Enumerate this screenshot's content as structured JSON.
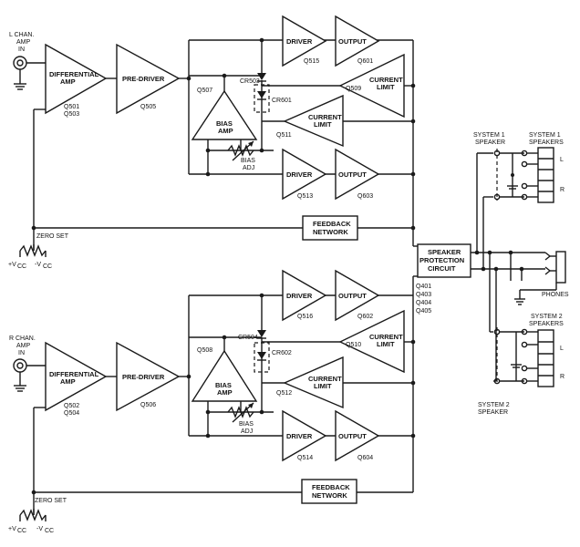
{
  "left": {
    "input": [
      "L CHAN.",
      "AMP",
      "IN"
    ],
    "diff_amp": [
      "DIFFERENTIAL",
      "AMP"
    ],
    "diff_q": [
      "Q501",
      "Q503"
    ],
    "pre_driver": "PRE-DRIVER",
    "pre_q": "Q505",
    "bias_q": "Q507",
    "bias_amp": [
      "BIAS",
      "AMP"
    ],
    "bias_adj": [
      "BIAS",
      "ADJ"
    ],
    "cr_a": "CR503",
    "cr_b": "CR601",
    "cur_lim_low": [
      "CURRENT",
      "LIMIT"
    ],
    "cur_lim_low_q": "Q511",
    "cur_lim_high": [
      "CURRENT",
      "LIMIT"
    ],
    "cur_lim_high_q": "Q509",
    "driver_top": "DRIVER",
    "driver_top_q": "Q515",
    "output_top": "OUTPUT",
    "output_top_q": "Q601",
    "driver_bot": "DRIVER",
    "driver_bot_q": "Q513",
    "output_bot": "OUTPUT",
    "output_bot_q": "Q603",
    "feedback": [
      "FEEDBACK",
      "NETWORK"
    ],
    "zero_set": "ZERO SET",
    "vcc_plus": "+V",
    "vcc_minus": "-V",
    "vcc_sub": "CC"
  },
  "right": {
    "input": [
      "R CHAN.",
      "AMP",
      "IN"
    ],
    "diff_amp": [
      "DIFFERENTIAL",
      "AMP"
    ],
    "diff_q": [
      "Q502",
      "Q504"
    ],
    "pre_driver": "PRE-DRIVER",
    "pre_q": "Q506",
    "bias_q": "Q508",
    "bias_amp": [
      "BIAS",
      "AMP"
    ],
    "bias_adj": [
      "BIAS",
      "ADJ"
    ],
    "cr_a": "CR504",
    "cr_b": "CR602",
    "cur_lim_low": [
      "CURRENT",
      "LIMIT"
    ],
    "cur_lim_low_q": "Q512",
    "cur_lim_high": [
      "CURRENT",
      "LIMIT"
    ],
    "cur_lim_high_q": "Q510",
    "driver_top": "DRIVER",
    "driver_top_q": "Q516",
    "output_top": "OUTPUT",
    "output_top_q": "Q602",
    "driver_bot": "DRIVER",
    "driver_bot_q": "Q514",
    "output_bot": "OUTPUT",
    "output_bot_q": "Q604",
    "feedback": [
      "FEEDBACK",
      "NETWORK"
    ],
    "zero_set": "ZERO SET",
    "vcc_plus": "+V",
    "vcc_minus": "-V",
    "vcc_sub": "CC"
  },
  "protection": {
    "label": [
      "SPEAKER",
      "PROTECTION",
      "CIRCUIT"
    ],
    "q": [
      "Q401",
      "Q403",
      "Q404",
      "Q405"
    ]
  },
  "system1": {
    "switch": [
      "SYSTEM 1",
      "SPEAKER"
    ],
    "speakers": [
      "SYSTEM 1",
      "SPEAKERS"
    ],
    "l": "L",
    "r": "R"
  },
  "system2": {
    "switch": [
      "SYSTEM 2",
      "SPEAKER"
    ],
    "speakers": [
      "SYSTEM 2",
      "SPEAKERS"
    ],
    "l": "L",
    "r": "R"
  },
  "phones": "PHONES"
}
